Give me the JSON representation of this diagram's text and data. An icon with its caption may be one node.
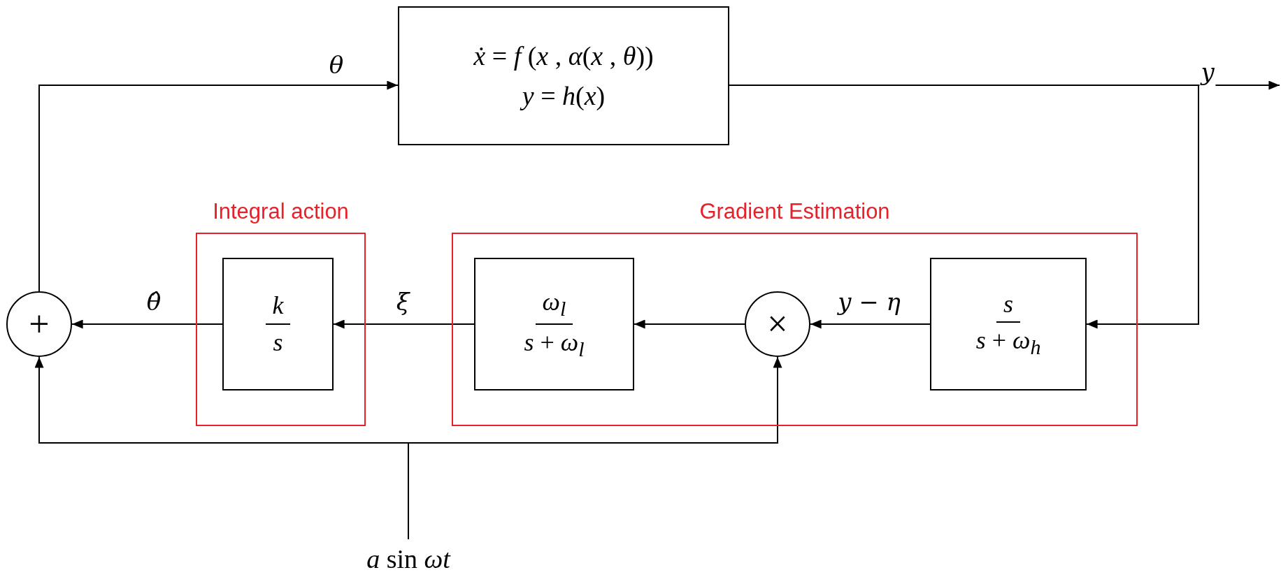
{
  "diagram": {
    "nodes": [
      {
        "text": [
          "*ẋ* = *f* (*x* , *α*(*x* , *θ*))",
          "*y* = *h*(*x*)"
        ]
      },
      {
        "text": [
          "+"
        ]
      },
      {
        "text": [
          "Integral action"
        ]
      },
      {
        "text": [
          "*k*",
          "*s*"
        ],
        "in": 2
      },
      {
        "text": [
          "Gradient Estimation"
        ]
      },
      {
        "text": [
          "*ω*$_{l}$",
          "*s* + *ω*$_{l}$"
        ],
        "in": 4
      },
      {
        "text": [
          "×"
        ],
        "in": 4
      },
      {
        "text": [
          "*s*",
          "*s* + *ω*$_{h}$"
        ],
        "in": 4
      },
      {
        "text": [
          "*a* sin *ωt*"
        ]
      }
    ],
    "edges": [
      {
        "from": 1,
        "to": 0,
        "arrow": "to",
        "label": "*θ*"
      },
      {
        "from": 0,
        "to": null,
        "arrow": "to",
        "label": "*y*"
      },
      {
        "from": 0,
        "to": 7,
        "arrow": "to"
      },
      {
        "from": 7,
        "to": 6,
        "arrow": "to",
        "label": "*y* − *η*"
      },
      {
        "from": 6,
        "to": 5,
        "arrow": "to"
      },
      {
        "from": 5,
        "to": 3,
        "arrow": "to",
        "label": "*ξ*"
      },
      {
        "from": 3,
        "to": 1,
        "arrow": "to",
        "label": "*θ̂*"
      },
      {
        "from": 8,
        "to": 1,
        "arrow": "to"
      },
      {
        "from": 8,
        "to": 6,
        "arrow": "to"
      }
    ]
  }
}
